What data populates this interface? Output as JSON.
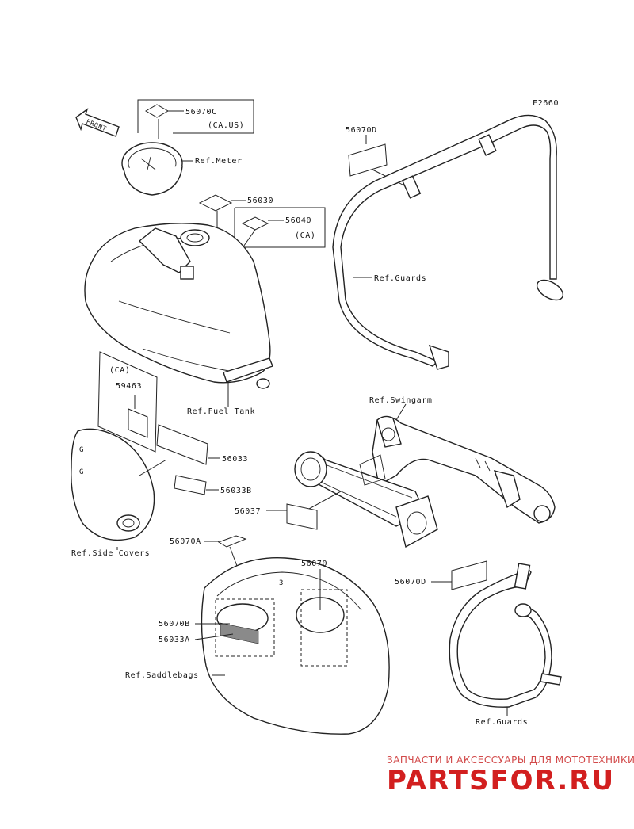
{
  "figure_code": "F2660",
  "front_arrow": {
    "text": "FRONT",
    "icon": "front-arrow-icon"
  },
  "callouts": {
    "c56070C": "56070C",
    "c56070C_note": "(CA.US)",
    "ref_meter": "Ref.Meter",
    "c56030": "56030",
    "c56040": "56040",
    "c56040_note": "(CA)",
    "c56070D_top": "56070D",
    "ref_guards_top": "Ref.Guards",
    "ref_fuel_tank": "Ref.Fuel Tank",
    "c59463_note": "(CA)",
    "c59463": "59463",
    "ref_swingarm": "Ref.Swingarm",
    "c56033": "56033",
    "c56033B": "56033B",
    "c56037": "56037",
    "ref_side_covers": "Ref.Side Covers",
    "c56070A": "56070A",
    "c56070": "56070",
    "c56070D_bottom": "56070D",
    "c56070B": "56070B",
    "c56033A": "56033A",
    "ref_saddlebags": "Ref.Saddlebags",
    "ref_guards_bottom": "Ref.Guards"
  },
  "watermark": {
    "caption": "ЗАПЧАСТИ И АКСЕССУАРЫ ДЛЯ МОТОТЕХНИКИ",
    "logo": "PARTSFOR.RU"
  }
}
